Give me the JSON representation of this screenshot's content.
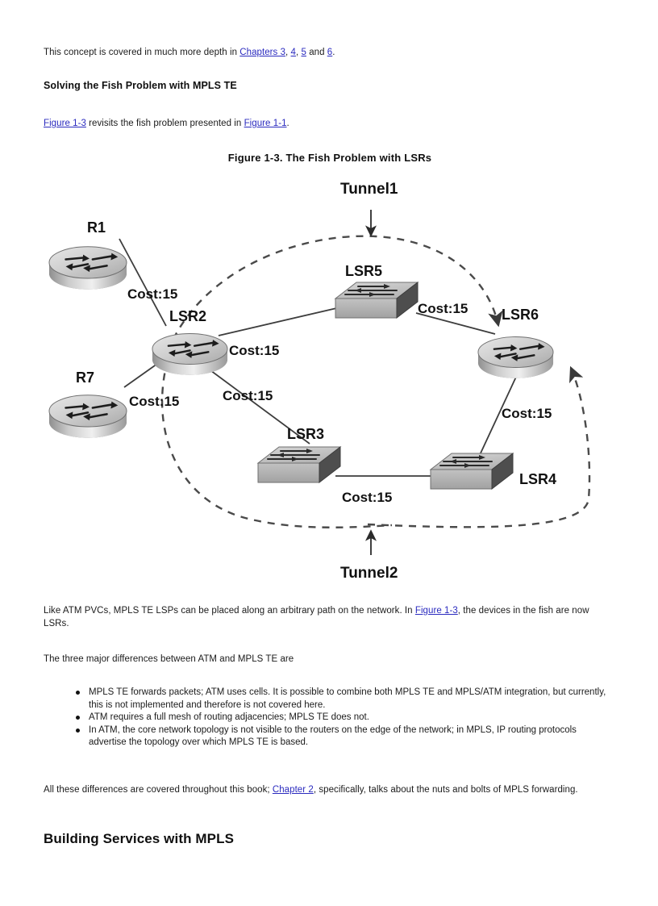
{
  "document": {
    "intro_paragraph": {
      "pre": "This concept is covered in much more depth in ",
      "link1": "Chapters 3",
      "sep1": ", ",
      "link2": "4",
      "sep2": ", ",
      "link3": "5",
      "sep3": " and ",
      "link4": "6",
      "post": "."
    },
    "section_heading": "Solving the Fish Problem with MPLS TE",
    "figure_intro": {
      "link1": "Figure 1-3",
      "mid": " revisits the fish problem presented in ",
      "link2": "Figure 1-1",
      "post": "."
    },
    "figure_caption": "Figure 1-3. The Fish Problem with LSRs",
    "after_figure_paragraph": {
      "pre": "Like ATM PVCs, MPLS TE LSPs can be placed along an arbitrary path on the network. In ",
      "link1": "Figure 1-3",
      "post": ",",
      "line2": "the devices in the fish are now LSRs."
    },
    "differences_lead": "The three major differences between ATM and MPLS TE are",
    "bullets": [
      "MPLS TE forwards packets; ATM uses cells. It is possible to combine both MPLS TE and MPLS/ATM integration, but currently, this is not implemented and therefore is not covered here.",
      "ATM requires a full mesh of routing adjacencies; MPLS TE does not.",
      "In ATM, the core network topology is not visible to the routers on the edge of the network; in MPLS, IP routing protocols advertise the topology over which MPLS TE is based."
    ],
    "closing_paragraph": {
      "pre": "All these differences are covered throughout this book; ",
      "link1": "Chapter 2",
      "post": ", specifically, talks about the nuts",
      "line2": "and bolts of MPLS forwarding."
    },
    "final_heading": "Building Services with MPLS"
  },
  "figure": {
    "title": "Figure 1-3. The Fish Problem with LSRs",
    "tunnels": [
      {
        "name": "tunnel1",
        "label": "Tunnel1"
      },
      {
        "name": "tunnel2",
        "label": "Tunnel2"
      }
    ],
    "nodes": [
      {
        "id": "R1",
        "label": "R1",
        "type": "router"
      },
      {
        "id": "R7",
        "label": "R7",
        "type": "router"
      },
      {
        "id": "LSR2",
        "label": "LSR2",
        "type": "router"
      },
      {
        "id": "LSR5",
        "label": "LSR5",
        "type": "switch"
      },
      {
        "id": "LSR6",
        "label": "LSR6",
        "type": "router"
      },
      {
        "id": "LSR3",
        "label": "LSR3",
        "type": "switch"
      },
      {
        "id": "LSR4",
        "label": "LSR4",
        "type": "switch"
      }
    ],
    "links": [
      {
        "from": "R1",
        "to": "LSR2",
        "cost_label": "Cost:15"
      },
      {
        "from": "R7",
        "to": "LSR2",
        "cost_label": "Cost:15"
      },
      {
        "from": "LSR2",
        "to": "LSR5",
        "cost_label": "Cost:15"
      },
      {
        "from": "LSR5",
        "to": "LSR6",
        "cost_label": "Cost:15"
      },
      {
        "from": "LSR2",
        "to": "LSR3",
        "cost_label": "Cost:15"
      },
      {
        "from": "LSR3",
        "to": "LSR4",
        "cost_label": "Cost:15"
      },
      {
        "from": "LSR6",
        "to": "LSR4",
        "cost_label": "Cost:15"
      }
    ],
    "colors": {
      "line": "#3d3d3d",
      "dashed_path": "#555555",
      "device_body": "#b9b9b9",
      "device_top": "#d8d8d8",
      "device_shadow": "#8a8a8a",
      "label": "#111111"
    }
  },
  "colors": {
    "link": "#2b2bbf",
    "text": "#1b1b1b",
    "heading": "#0f0f0f",
    "background": "#ffffff"
  }
}
